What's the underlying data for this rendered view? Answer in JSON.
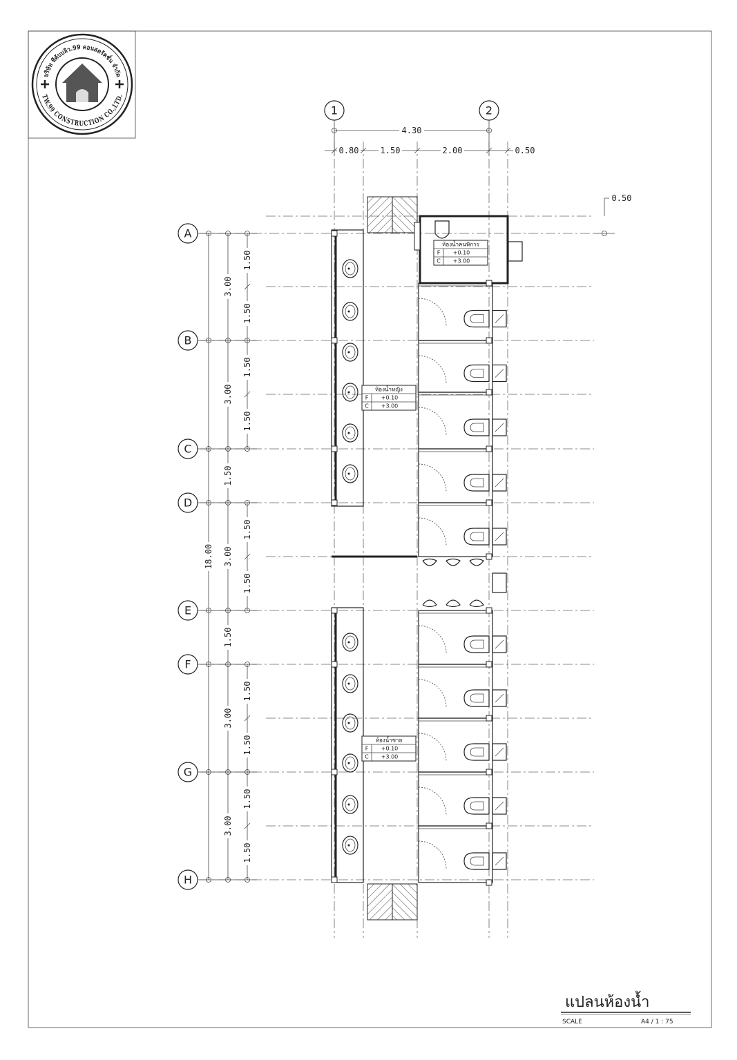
{
  "logo": {
    "thai_name": "บริษัท ทีดับบลิว.99 คอนสตรัคชั่น จำกัด",
    "english_name": "TW.99 CONSTRUCTION CO.,LTD."
  },
  "grid": {
    "columns": [
      "1",
      "2"
    ],
    "rows": [
      "A",
      "B",
      "C",
      "D",
      "E",
      "F",
      "G",
      "H"
    ]
  },
  "dimensions": {
    "top_total": "4.30",
    "top_segments": [
      "0.80",
      "1.50",
      "2.00",
      "0.50"
    ],
    "top_right": "0.50",
    "left_total": "18.00",
    "left_bays": [
      "3.00",
      "3.00",
      "1.50",
      "3.00",
      "1.50",
      "3.00",
      "3.00"
    ],
    "left_halves": [
      "1.50",
      "1.50",
      "1.50",
      "1.50",
      "1.50",
      "1.50",
      "1.50",
      "1.50",
      "1.50",
      "1.50"
    ]
  },
  "rooms": [
    {
      "name": "ห้องน้ำคนพิการ",
      "floor_code": "F",
      "floor_level": "+0.10",
      "ceiling_code": "C",
      "ceiling_level": "+3.00"
    },
    {
      "name": "ห้องน้ำหญิง",
      "floor_code": "F",
      "floor_level": "+0.10",
      "ceiling_code": "C",
      "ceiling_level": "+3.00"
    },
    {
      "name": "ห้องน้ำชาย",
      "floor_code": "F",
      "floor_level": "+0.10",
      "ceiling_code": "C",
      "ceiling_level": "+3.00"
    }
  ],
  "title_block": {
    "title": "แปลนห้องน้ำ",
    "scale_label": "SCALE",
    "scale_value": "A4 / 1 : 75"
  }
}
